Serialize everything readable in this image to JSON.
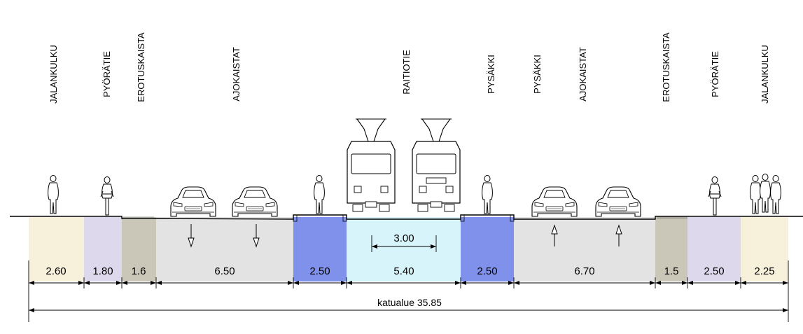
{
  "zones": [
    {
      "label": "JALANKULKU",
      "width": "2.60",
      "color": "#f7f0db"
    },
    {
      "label": "PYÖRÄTIE",
      "width": "1.80",
      "color": "#ddd8ec"
    },
    {
      "label": "EROTUSKAISTA",
      "width": "1.6",
      "color": "#cac7b8"
    },
    {
      "label": "AJOKAISTAT",
      "width": "6.50",
      "color": "#e3e3e3"
    },
    {
      "label": "",
      "width": "2.50",
      "color": "#7f91ea"
    },
    {
      "label": "RAITIOTIE",
      "width": "5.40",
      "color": "#d8f4fb"
    },
    {
      "label": "PYSÄKKI",
      "width": "2.50",
      "color": "#7f91ea"
    },
    {
      "label": "PYSÄKKI",
      "width": "",
      "color": ""
    },
    {
      "label": "AJOKAISTAT",
      "width": "6.70",
      "color": "#e3e3e3"
    },
    {
      "label": "EROTUSKAISTA",
      "width": "1.5",
      "color": "#cac7b8"
    },
    {
      "label": "PYÖRÄTIE",
      "width": "2.50",
      "color": "#ddd8ec"
    },
    {
      "label": "JALANKULKU",
      "width": "2.25",
      "color": "#f7f0db"
    }
  ],
  "track_gauge": "3.00",
  "total": "katualue 35.85",
  "icons": [
    "pedestrian-icon",
    "cyclist-icon",
    "car-icon",
    "car-icon",
    "pedestrian-icon",
    "tram-icon",
    "tram-icon",
    "pedestrian-icon",
    "car-icon",
    "car-icon",
    "cyclist-icon",
    "pedestrian-group-icon"
  ]
}
